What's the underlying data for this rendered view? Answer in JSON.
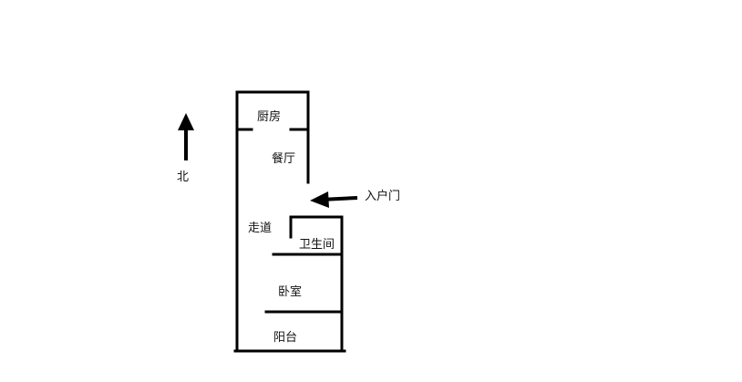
{
  "colors": {
    "line": "#000000",
    "text": "#111111",
    "background": "#ffffff"
  },
  "compass": {
    "label": "北",
    "icon": "arrow-up-icon"
  },
  "entrance": {
    "label": "入户门",
    "icon": "arrow-left-icon"
  },
  "rooms": {
    "kitchen": "厨房",
    "dining": "餐厅",
    "corridor": "走道",
    "bathroom": "卫生间",
    "bedroom": "卧室",
    "balcony": "阳台"
  }
}
